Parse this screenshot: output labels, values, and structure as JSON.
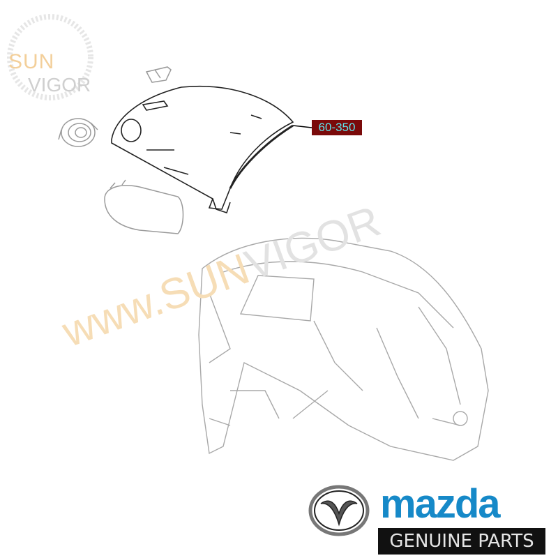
{
  "watermark": {
    "corner_top": "SUN",
    "corner_bottom": "VIGOR",
    "diagonal_prefix": "www.SUN",
    "diagonal_suffix": "VIGOR"
  },
  "callouts": [
    {
      "part_number": "60-350"
    }
  ],
  "colors": {
    "label_bg": "#7a0a0a",
    "label_text": "#5ee6ee",
    "brand_blue": "#1689c8"
  },
  "brand": {
    "name": "mazda",
    "tagline": "GENUINE PARTS"
  }
}
